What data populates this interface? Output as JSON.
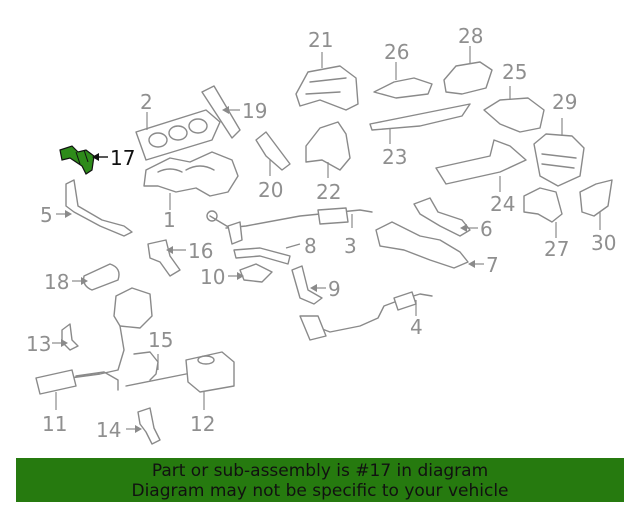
{
  "banner": {
    "line1": "Part or sub-assembly is #17 in diagram",
    "line2": "Diagram may not be specific to your vehicle",
    "color": "#267a0f"
  },
  "highlight": {
    "part": "17",
    "color": "#2e8b1a"
  },
  "callouts": {
    "c1": "1",
    "c2": "2",
    "c3": "3",
    "c4": "4",
    "c5": "5",
    "c6": "6",
    "c7": "7",
    "c8": "8",
    "c9": "9",
    "c10": "10",
    "c11": "11",
    "c12": "12",
    "c13": "13",
    "c14": "14",
    "c15": "15",
    "c16": "16",
    "c17": "17",
    "c18": "18",
    "c19": "19",
    "c20": "20",
    "c21": "21",
    "c22": "22",
    "c23": "23",
    "c24": "24",
    "c25": "25",
    "c26": "26",
    "c27": "27",
    "c28": "28",
    "c29": "29",
    "c30": "30"
  }
}
